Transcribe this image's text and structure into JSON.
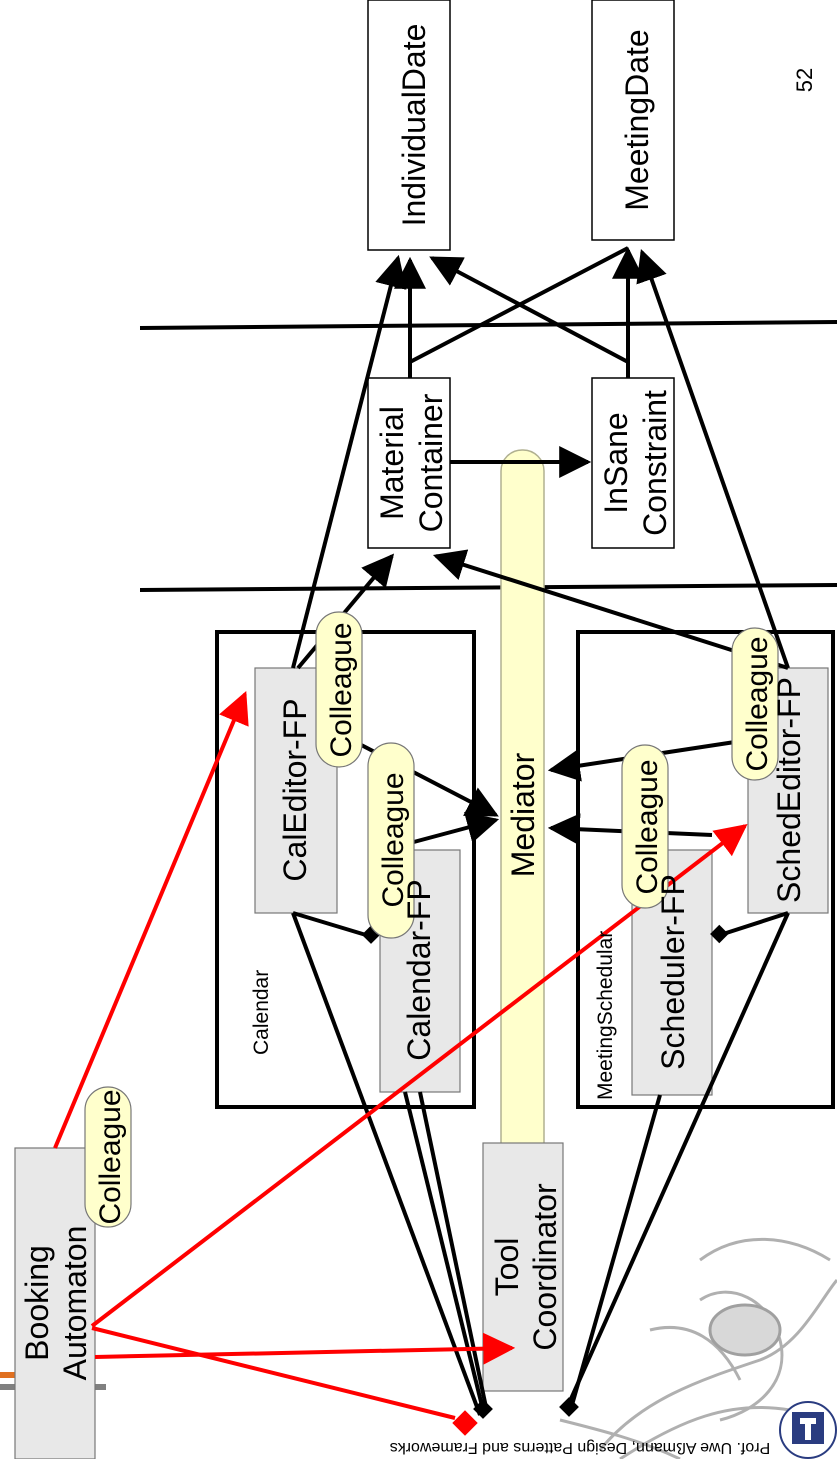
{
  "slide": {
    "page_number": "52",
    "footer": "Prof. Uwe Aßmann, Design Patterns and Frameworks"
  },
  "boxes": {
    "individual_date": "IndividualDate",
    "meeting_date": "MeetingDate",
    "material": "Material",
    "container": "Container",
    "insane": "InSane",
    "constraint": "Constraint",
    "cal_editor": "CalEditor-FP",
    "calendar_fp": "Calendar-FP",
    "sched_editor": "SchedEditor-FP",
    "scheduler_fp": "Scheduler-FP",
    "calendar_group": "Calendar",
    "meeting_group": "MeetingSchedular",
    "tool": "Tool",
    "coordinator": "Coordinator",
    "booking": "Booking",
    "automaton": "Automaton",
    "mediator": "Mediator",
    "colleague": "Colleague"
  },
  "colors": {
    "box_fill": "#e8e8e8",
    "note_fill": "#ffffcc",
    "red": "#ff0000"
  }
}
